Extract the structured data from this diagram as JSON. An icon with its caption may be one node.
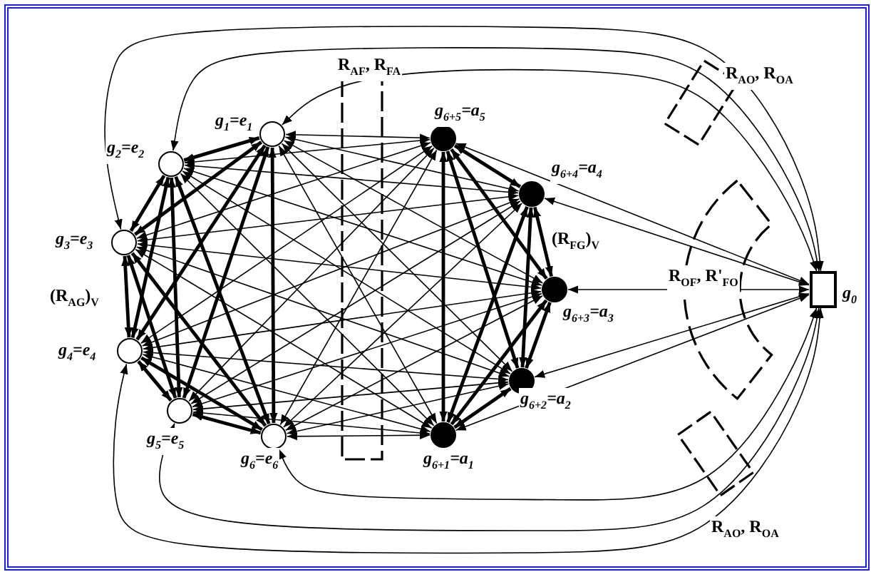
{
  "diagram": {
    "nodes": [
      {
        "text": [],
        "shape": "circle",
        "beside": [
          "g$_{1}$=e$_{1}$"
        ]
      },
      {
        "text": [],
        "shape": "circle",
        "beside": [
          "g$_{2}$=e$_{2}$"
        ]
      },
      {
        "text": [],
        "shape": "circle",
        "beside": [
          "g$_{3}$=e$_{3}$"
        ]
      },
      {
        "text": [],
        "shape": "circle",
        "beside": [
          "g$_{4}$=e$_{4}$"
        ]
      },
      {
        "text": [],
        "shape": "circle",
        "beside": [
          "g$_{5}$=e$_{5}$"
        ]
      },
      {
        "text": [],
        "shape": "circle",
        "beside": [
          "g$_{6}$=e$_{6}$"
        ]
      },
      {
        "text": [],
        "shape": "circle",
        "beside": [
          "g$_{6+1}$=a$_{1}$"
        ]
      },
      {
        "text": [],
        "shape": "circle",
        "beside": [
          "g$_{6+2}$=a$_{2}$"
        ]
      },
      {
        "text": [],
        "shape": "circle",
        "beside": [
          "g$_{6+3}$=a$_{3}$"
        ]
      },
      {
        "text": [],
        "shape": "circle",
        "beside": [
          "g$_{6+4}$=a$_{4}$"
        ]
      },
      {
        "text": [],
        "shape": "circle",
        "beside": [
          "g$_{6+5}$=a$_{5}$"
        ]
      },
      {
        "text": [],
        "shape": "box",
        "beside": [
          "g$_{0}$"
        ]
      }
    ],
    "edges": [
      {
        "from": 0,
        "to": 1,
        "arrow": "both",
        "style": "thick"
      },
      {
        "from": 0,
        "to": 2,
        "arrow": "both",
        "style": "thick"
      },
      {
        "from": 0,
        "to": 3,
        "arrow": "both",
        "style": "thick"
      },
      {
        "from": 0,
        "to": 4,
        "arrow": "both",
        "style": "thick"
      },
      {
        "from": 0,
        "to": 5,
        "arrow": "both",
        "style": "thick"
      },
      {
        "from": 1,
        "to": 2,
        "arrow": "both",
        "style": "thick"
      },
      {
        "from": 1,
        "to": 3,
        "arrow": "both",
        "style": "thick"
      },
      {
        "from": 1,
        "to": 4,
        "arrow": "both",
        "style": "thick"
      },
      {
        "from": 1,
        "to": 5,
        "arrow": "both",
        "style": "thick"
      },
      {
        "from": 2,
        "to": 3,
        "arrow": "both",
        "style": "thick"
      },
      {
        "from": 2,
        "to": 4,
        "arrow": "both",
        "style": "thick"
      },
      {
        "from": 2,
        "to": 5,
        "arrow": "both",
        "style": "thick"
      },
      {
        "from": 3,
        "to": 4,
        "arrow": "both",
        "style": "thick"
      },
      {
        "from": 3,
        "to": 5,
        "arrow": "both",
        "style": "thick"
      },
      {
        "from": 4,
        "to": 5,
        "arrow": "both",
        "style": "thick"
      },
      {
        "from": 6,
        "to": 7,
        "arrow": "both",
        "style": "thick"
      },
      {
        "from": 6,
        "to": 8,
        "arrow": "both",
        "style": "thick"
      },
      {
        "from": 6,
        "to": 9,
        "arrow": "both",
        "style": "thick"
      },
      {
        "from": 6,
        "to": 10,
        "arrow": "both",
        "style": "thick"
      },
      {
        "from": 7,
        "to": 8,
        "arrow": "both",
        "style": "thick"
      },
      {
        "from": 7,
        "to": 9,
        "arrow": "both",
        "style": "thick"
      },
      {
        "from": 7,
        "to": 10,
        "arrow": "both",
        "style": "thick"
      },
      {
        "from": 8,
        "to": 9,
        "arrow": "both",
        "style": "thick"
      },
      {
        "from": 8,
        "to": 10,
        "arrow": "both",
        "style": "thick"
      },
      {
        "from": 9,
        "to": 10,
        "arrow": "both",
        "style": "thick"
      },
      {
        "from": 0,
        "to": 6,
        "arrow": "both"
      },
      {
        "from": 0,
        "to": 7,
        "arrow": "both"
      },
      {
        "from": 0,
        "to": 8,
        "arrow": "both"
      },
      {
        "from": 0,
        "to": 9,
        "arrow": "both"
      },
      {
        "from": 0,
        "to": 10,
        "arrow": "both"
      },
      {
        "from": 1,
        "to": 6,
        "arrow": "both"
      },
      {
        "from": 1,
        "to": 7,
        "arrow": "both"
      },
      {
        "from": 1,
        "to": 8,
        "arrow": "both"
      },
      {
        "from": 1,
        "to": 9,
        "arrow": "both"
      },
      {
        "from": 1,
        "to": 10,
        "arrow": "both"
      },
      {
        "from": 2,
        "to": 6,
        "arrow": "both"
      },
      {
        "from": 2,
        "to": 7,
        "arrow": "both"
      },
      {
        "from": 2,
        "to": 8,
        "arrow": "both"
      },
      {
        "from": 2,
        "to": 9,
        "arrow": "both"
      },
      {
        "from": 2,
        "to": 10,
        "arrow": "both"
      },
      {
        "from": 3,
        "to": 6,
        "arrow": "both"
      },
      {
        "from": 3,
        "to": 7,
        "arrow": "both"
      },
      {
        "from": 3,
        "to": 8,
        "arrow": "both"
      },
      {
        "from": 3,
        "to": 9,
        "arrow": "both"
      },
      {
        "from": 3,
        "to": 10,
        "arrow": "both"
      },
      {
        "from": 4,
        "to": 6,
        "arrow": "both"
      },
      {
        "from": 4,
        "to": 7,
        "arrow": "both"
      },
      {
        "from": 4,
        "to": 8,
        "arrow": "both"
      },
      {
        "from": 4,
        "to": 9,
        "arrow": "both"
      },
      {
        "from": 4,
        "to": 10,
        "arrow": "both"
      },
      {
        "from": 5,
        "to": 6,
        "arrow": "both"
      },
      {
        "from": 5,
        "to": 7,
        "arrow": "both"
      },
      {
        "from": 5,
        "to": 8,
        "arrow": "both"
      },
      {
        "from": 5,
        "to": 9,
        "arrow": "both"
      },
      {
        "from": 5,
        "to": 10,
        "arrow": "both"
      },
      {
        "from": 11,
        "to": 0,
        "arrow": "both"
      },
      {
        "from": 11,
        "to": 1,
        "arrow": "both"
      },
      {
        "from": 11,
        "to": 2,
        "arrow": "both"
      },
      {
        "from": 11,
        "to": 3,
        "arrow": "both"
      },
      {
        "from": 11,
        "to": 4,
        "arrow": "both"
      },
      {
        "from": 11,
        "to": 5,
        "arrow": "both"
      },
      {
        "from": 11,
        "to": 6,
        "arrow": "both"
      },
      {
        "from": 11,
        "to": 7,
        "arrow": "both"
      },
      {
        "from": 11,
        "to": 8,
        "arrow": "both"
      },
      {
        "from": 11,
        "to": 9,
        "arrow": "both"
      },
      {
        "from": 11,
        "to": 10,
        "arrow": "both"
      }
    ],
    "labels": [
      "R$_{AF}$, R$_{FA}$",
      "R$_{AO}$, R$_{OA}$",
      "(R$_{FG}$)$_{V}$",
      "R$_{OF}$, R'$_{FO}$",
      "(R$_{AG}$)$_{V}$",
      "R$_{AO}$, R$_{OA}$"
    ]
  }
}
